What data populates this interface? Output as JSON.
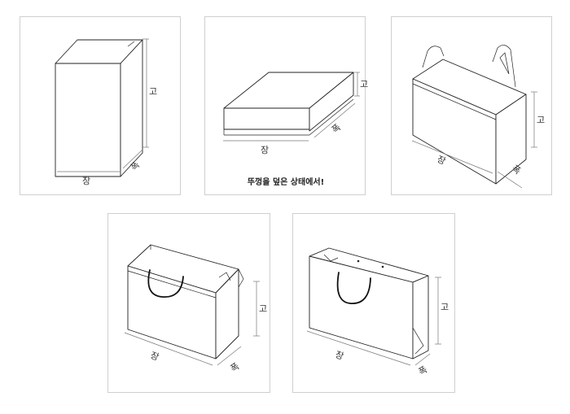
{
  "labels": {
    "length": "장",
    "width": "폭",
    "height": "고"
  },
  "note": "뚜껑을 덮은 상태에서!",
  "colors": {
    "border": "#cfcfcf",
    "line": "#222222",
    "dimension": "#777777"
  }
}
